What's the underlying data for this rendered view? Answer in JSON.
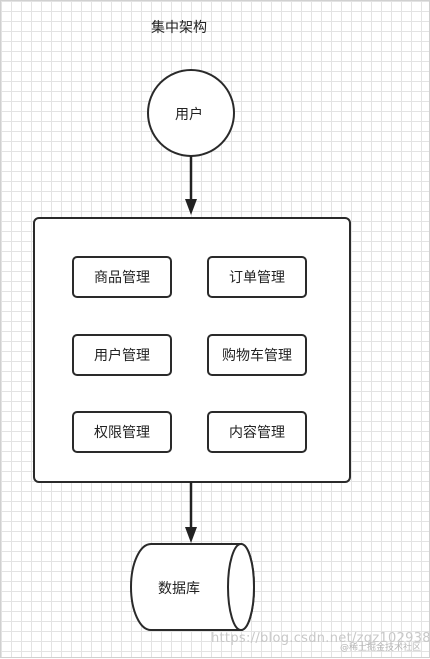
{
  "diagram": {
    "title": "集中架构",
    "user_node": "用户",
    "modules": [
      "商品管理",
      "订单管理",
      "用户管理",
      "购物车管理",
      "权限管理",
      "内容管理"
    ],
    "database_node": "数据库"
  },
  "watermark": {
    "url": "https://blog.csdn.net/zgz102938",
    "credit": "@稀土掘金技术社区"
  }
}
